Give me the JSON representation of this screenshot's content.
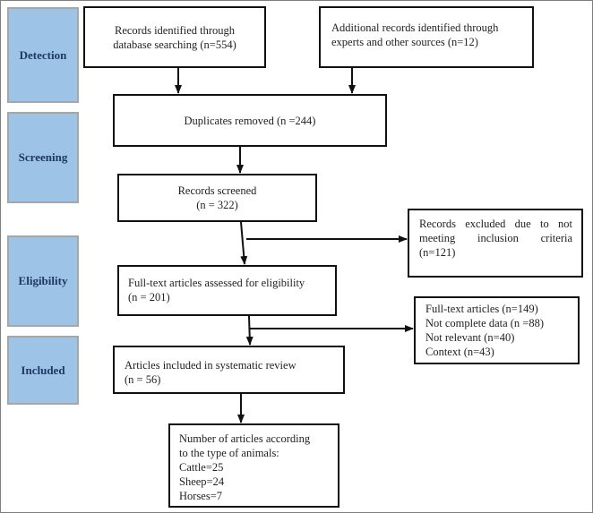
{
  "stages": {
    "detection": "Detection",
    "screening": "Screening",
    "eligibility": "Eligibility",
    "included": "Included"
  },
  "boxes": {
    "identified_db": [
      "Records identified through",
      "database searching (n=554)"
    ],
    "identified_other": [
      "Additional records identified through",
      "experts and other sources (n=12)"
    ],
    "duplicates": [
      "Duplicates removed (n =244)"
    ],
    "screened": [
      "Records screened",
      "(n = 322)"
    ],
    "excluded": [
      "Records excluded due to not",
      "meeting inclusion criteria",
      "(n=121)"
    ],
    "fulltext": [
      "Full-text articles assessed for eligibility",
      "(n = 201)"
    ],
    "fulltext_excluded": [
      "Full-text articles (n=149)",
      "Not complete data (n =88)",
      "Not relevant (n=40)",
      "Context (n=43)"
    ],
    "included": [
      "Articles included in systematic review",
      "(n = 56)"
    ],
    "by_animal": [
      "Number of articles according",
      "to the type of animals:",
      "Cattle=25",
      "Sheep=24",
      "Horses=7"
    ]
  },
  "colors": {
    "stage_fill": "#9dc3e6",
    "stage_border": "#a6a6a6",
    "stage_text": "#1f3864",
    "box_border": "#111111",
    "arrow": "#111111"
  }
}
